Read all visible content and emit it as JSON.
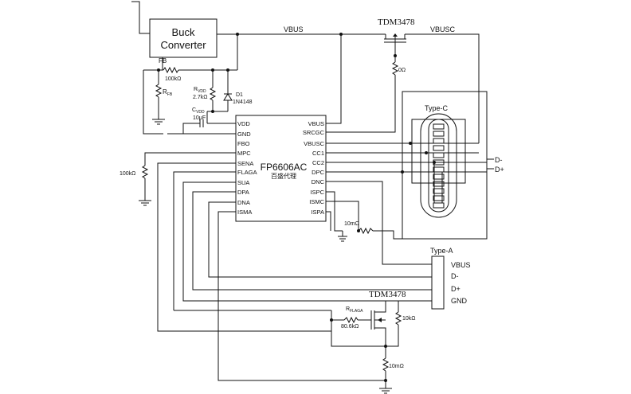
{
  "buck": {
    "line1": "Buck",
    "line2": "Converter",
    "fb": "FB"
  },
  "chip": {
    "name": "FP6606AC",
    "subtitle": "百盛代理",
    "left_pins": [
      "VDD",
      "GND",
      "FBO",
      "MPC",
      "SENA",
      "FLAGA",
      "SUA",
      "DPA",
      "DNA",
      "ISMA"
    ],
    "right_pins": [
      "VBUS",
      "SRCGC",
      "VBUSC",
      "CC1",
      "CC2",
      "DPC",
      "DNC",
      "ISPC",
      "ISMC",
      "ISPA"
    ]
  },
  "nets": {
    "vbus": "VBUS",
    "vbusc": "VBUSC"
  },
  "mosfet_top": "TDM3478",
  "mosfet_bottom": "TDM3478",
  "components": {
    "r_fb_top": "100kΩ",
    "r_fb": "R",
    "r_fb_sub": "FB",
    "r_vdd": "R",
    "r_vdd_sub": "VDD",
    "r_vdd_val": "2.7kΩ",
    "d1": "D1",
    "d1_part": "1N4148",
    "c_vdd": "C",
    "c_vdd_sub": "VDD",
    "c_vdd_val": "10μF",
    "r_mpc": "100kΩ",
    "r_0": "0Ω",
    "r_sense_top": "10mΩ",
    "r_flaga": "R",
    "r_flaga_sub": "FLAGA",
    "r_flaga_val": "80.6kΩ",
    "r_gate": "10kΩ",
    "r_sense_bottom": "10mΩ"
  },
  "type_c": {
    "label": "Type-C",
    "dminus": "D-",
    "dplus": "D+"
  },
  "type_a": {
    "label": "Type-A",
    "pins": [
      "VBUS",
      "D-",
      "D+",
      "GND"
    ]
  }
}
